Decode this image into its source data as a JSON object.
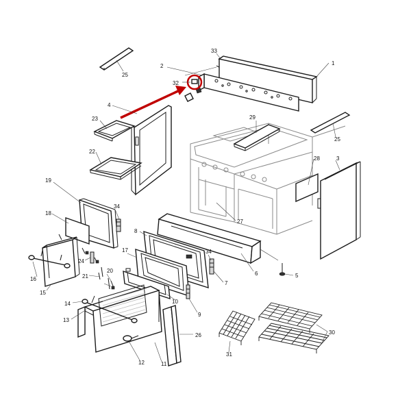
{
  "diagram": {
    "highlight_color": "#c00000",
    "labels": {
      "p1": "1",
      "p2": "2",
      "p3": "3",
      "p4": "4",
      "p5": "5",
      "p6": "6",
      "p7": "7",
      "p8": "8",
      "p9": "9",
      "p10": "10",
      "p11": "11",
      "p12": "12",
      "p13": "13",
      "p14": "14",
      "p15": "15",
      "p16": "16",
      "p17": "17",
      "p18": "18",
      "p19": "19",
      "p20": "20",
      "p21": "21",
      "p22": "22",
      "p23": "23",
      "p24": "24",
      "p25a": "25",
      "p25b": "25",
      "p26": "26",
      "p27": "27",
      "p28": "28",
      "p29": "29",
      "p30": "30",
      "p31": "31",
      "p32": "32",
      "p33": "33",
      "p34a": "34",
      "p34b": "34"
    }
  }
}
